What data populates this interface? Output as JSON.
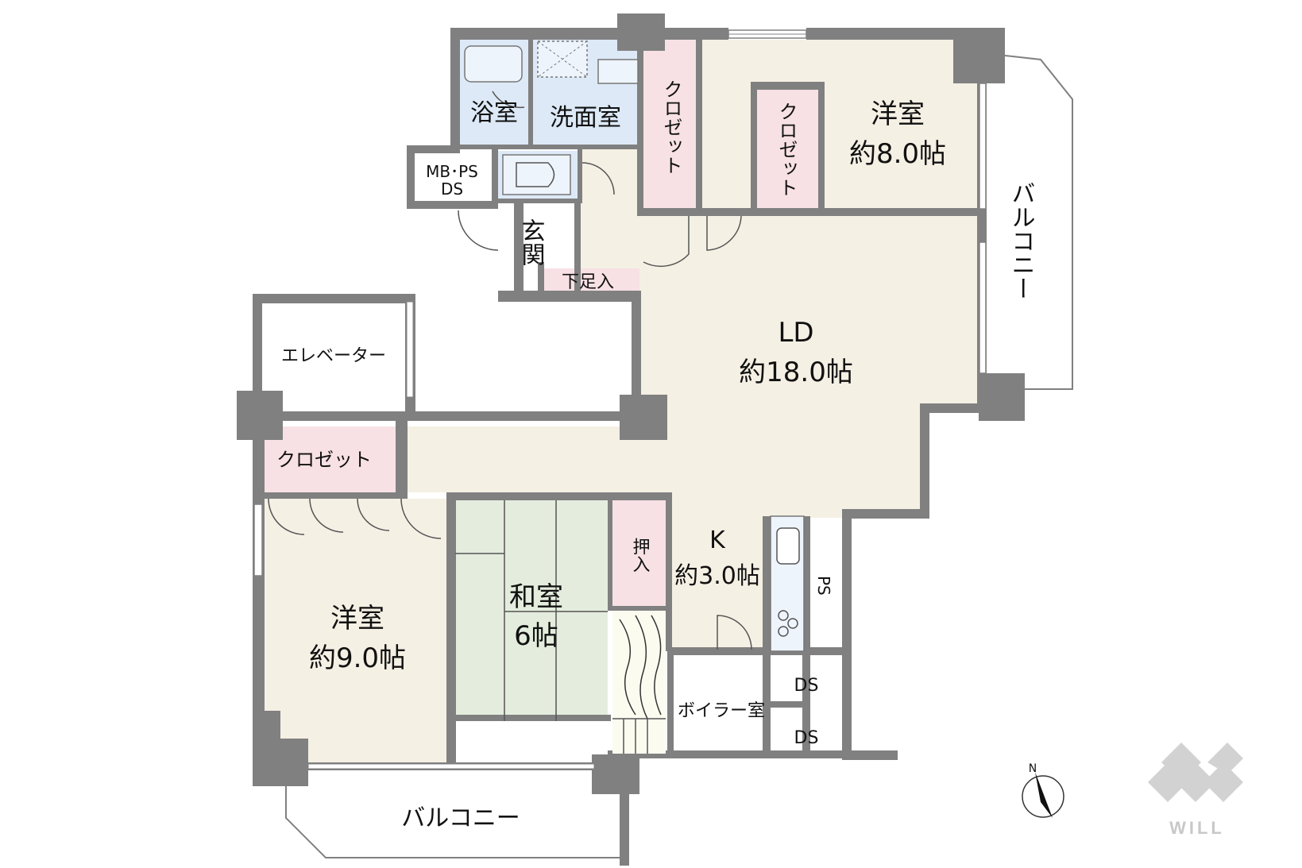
{
  "colors": {
    "wall": "#808080",
    "living_floor": "#f5f0e4",
    "closet": "#f7e1e4",
    "bath": "#dde9f6",
    "tatami": "#e4eddd",
    "white": "#ffffff"
  },
  "rooms": {
    "bath": "浴室",
    "washroom": "洗面室",
    "closet_hall": "クロゼット",
    "closet_bed1": "クロゼット",
    "bedroom1_name": "洋室",
    "bedroom1_size": "約8.0帖",
    "balcony_east": "バルコニー",
    "mbps_line1": "MB･PS",
    "mbps_line2": "DS",
    "entrance": "玄関",
    "shoe_box": "下足入",
    "ld_name": "LD",
    "ld_size": "約18.0帖",
    "elevator": "エレベーター",
    "closet_west": "クロゼット",
    "bedroom2_name": "洋室",
    "bedroom2_size": "約9.0帖",
    "washitsu_name": "和室",
    "washitsu_size": "6帖",
    "oshiire": "押入",
    "kitchen_name": "K",
    "kitchen_size": "約3.0帖",
    "ps": "PS",
    "boiler": "ボイラー室",
    "ds1": "DS",
    "ds2": "DS",
    "balcony_south": "バルコニー"
  },
  "compass": {
    "north": "N"
  },
  "logo": {
    "text": "WILL"
  }
}
